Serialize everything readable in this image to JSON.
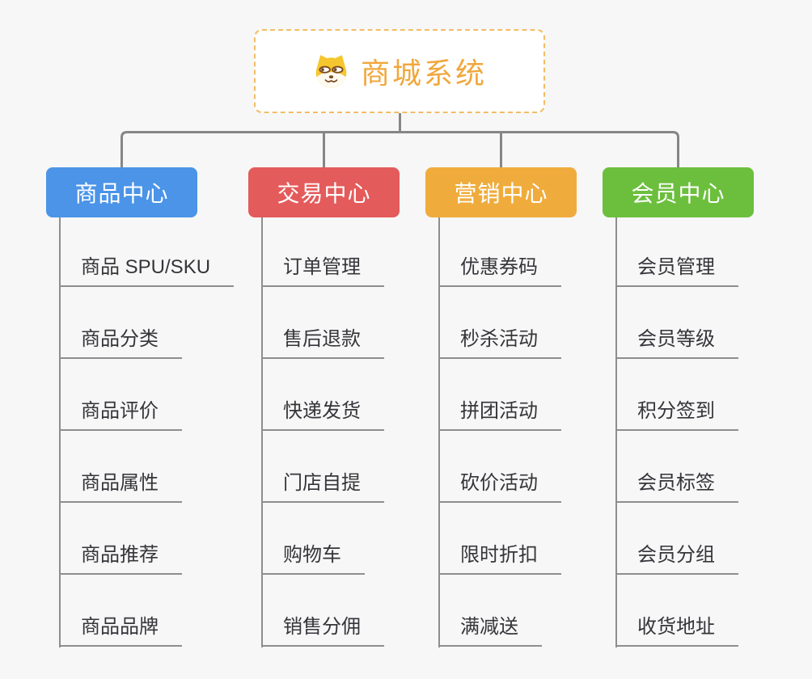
{
  "app": {
    "background_color": "#f7f7f7"
  },
  "root": {
    "title": "商城系统",
    "icon": "shiba-dog-icon",
    "text_color": "#f0a73c",
    "border_color": "#f3bc66"
  },
  "connector_color": "#868686",
  "branches": [
    {
      "label": "商品中心",
      "color": "#4b94e8",
      "items": [
        "商品 SPU/SKU",
        "商品分类",
        "商品评价",
        "商品属性",
        "商品推荐",
        "商品品牌"
      ]
    },
    {
      "label": "交易中心",
      "color": "#e45b5b",
      "items": [
        "订单管理",
        "售后退款",
        "快递发货",
        "门店自提",
        "购物车",
        "销售分佣"
      ]
    },
    {
      "label": "营销中心",
      "color": "#efac3d",
      "items": [
        "优惠券码",
        "秒杀活动",
        "拼团活动",
        "砍价活动",
        "限时折扣",
        "满减送"
      ]
    },
    {
      "label": "会员中心",
      "color": "#6cbf3d",
      "items": [
        "会员管理",
        "会员等级",
        "积分签到",
        "会员标签",
        "会员分组",
        "收货地址"
      ]
    }
  ]
}
